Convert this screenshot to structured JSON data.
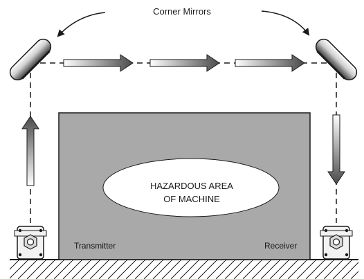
{
  "title": "Corner Mirrors",
  "hazard_area": {
    "line1": "HAZARDOUS AREA",
    "line2": "OF MACHINE"
  },
  "transmitter_label": "Transmitter",
  "receiver_label": "Receiver",
  "colors": {
    "machine_fill": "#a9a9a9",
    "outline": "#1a1a1a",
    "ellipse_fill": "#ffffff",
    "arrow_dark": "#4a4a4a",
    "arrow_light": "#ffffff"
  }
}
